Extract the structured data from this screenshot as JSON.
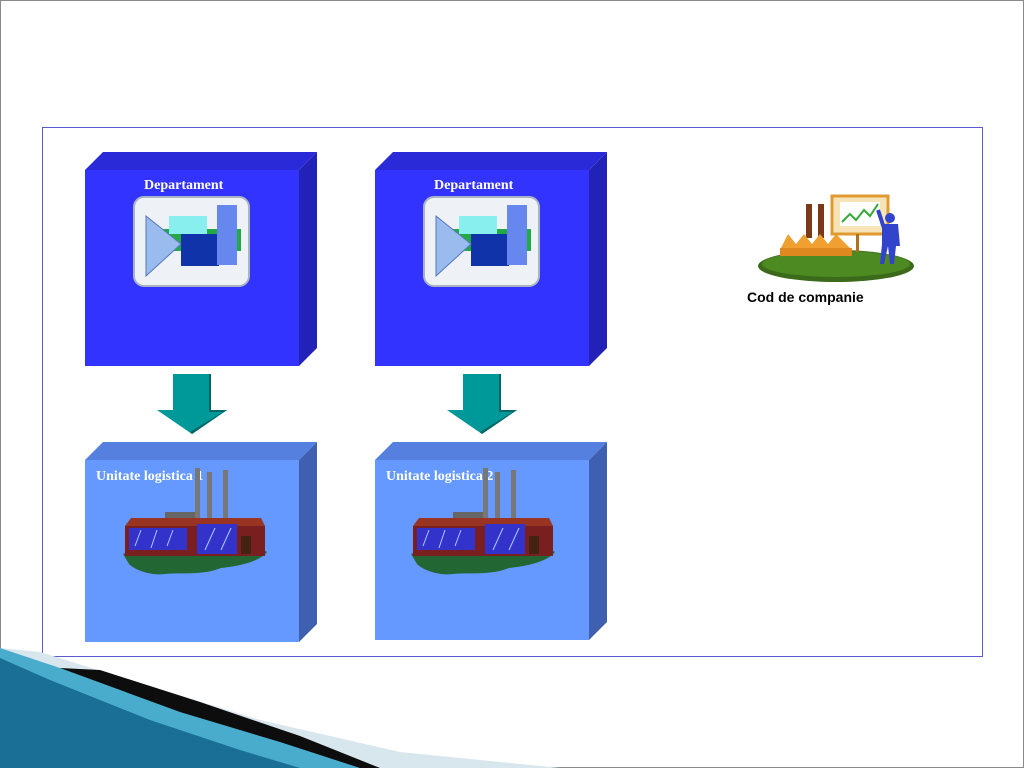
{
  "diagram": {
    "departments": [
      {
        "label": "Departament"
      },
      {
        "label": "Departament"
      }
    ],
    "logistics_units": [
      {
        "label": "Unitate logistica 1"
      },
      {
        "label": "Unitate logistica 2"
      }
    ],
    "company": {
      "label": "Cod de companie"
    }
  },
  "colors": {
    "department_front": "#3333ff",
    "department_top": "#2a2ad8",
    "department_side": "#2222b8",
    "unit_front": "#6699ff",
    "unit_top": "#5580e0",
    "unit_side": "#3f5fb0",
    "arrow": "#009999"
  },
  "icons": [
    "department-icon",
    "factory-icon",
    "arrow-down-icon",
    "company-presentation-icon"
  ]
}
